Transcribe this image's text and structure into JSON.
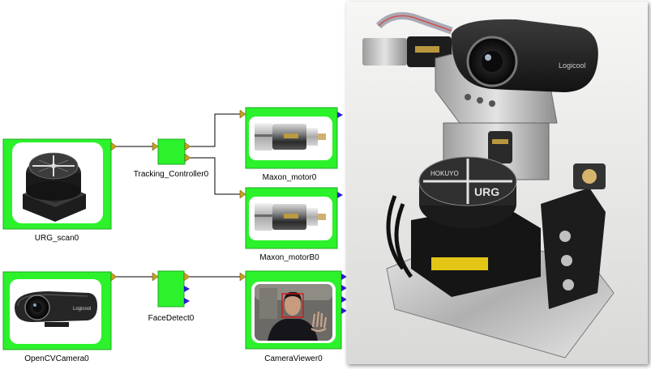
{
  "diagram": {
    "components": {
      "urg": "URG_scan0",
      "tracking": "Tracking_Controller0",
      "maxon": "Maxon_motor0",
      "maxonB": "Maxon_motorB0",
      "opencv": "OpenCVCamera0",
      "face": "FaceDetect0",
      "viewer": "CameraViewer0"
    }
  },
  "colors": {
    "component_fill": "#2cf22c",
    "component_border": "#1faa1f",
    "in_port": "#c8a020",
    "out_port": "#2a1ed8",
    "wire": "#000000"
  },
  "thumbnails": {
    "urg": "hokuyo-urg-sensor-icon",
    "maxon": "maxon-motor-icon",
    "maxonB": "maxon-motor-icon",
    "opencv": "webcam-icon",
    "viewer": "camera-view-person-icon"
  },
  "photo": {
    "subject": "pan-tilt-robot-with-urg-sensor-and-webcam",
    "webcam_brand": "Logicool",
    "sensor_brand": "HOKUYO",
    "sensor_model": "URG"
  }
}
